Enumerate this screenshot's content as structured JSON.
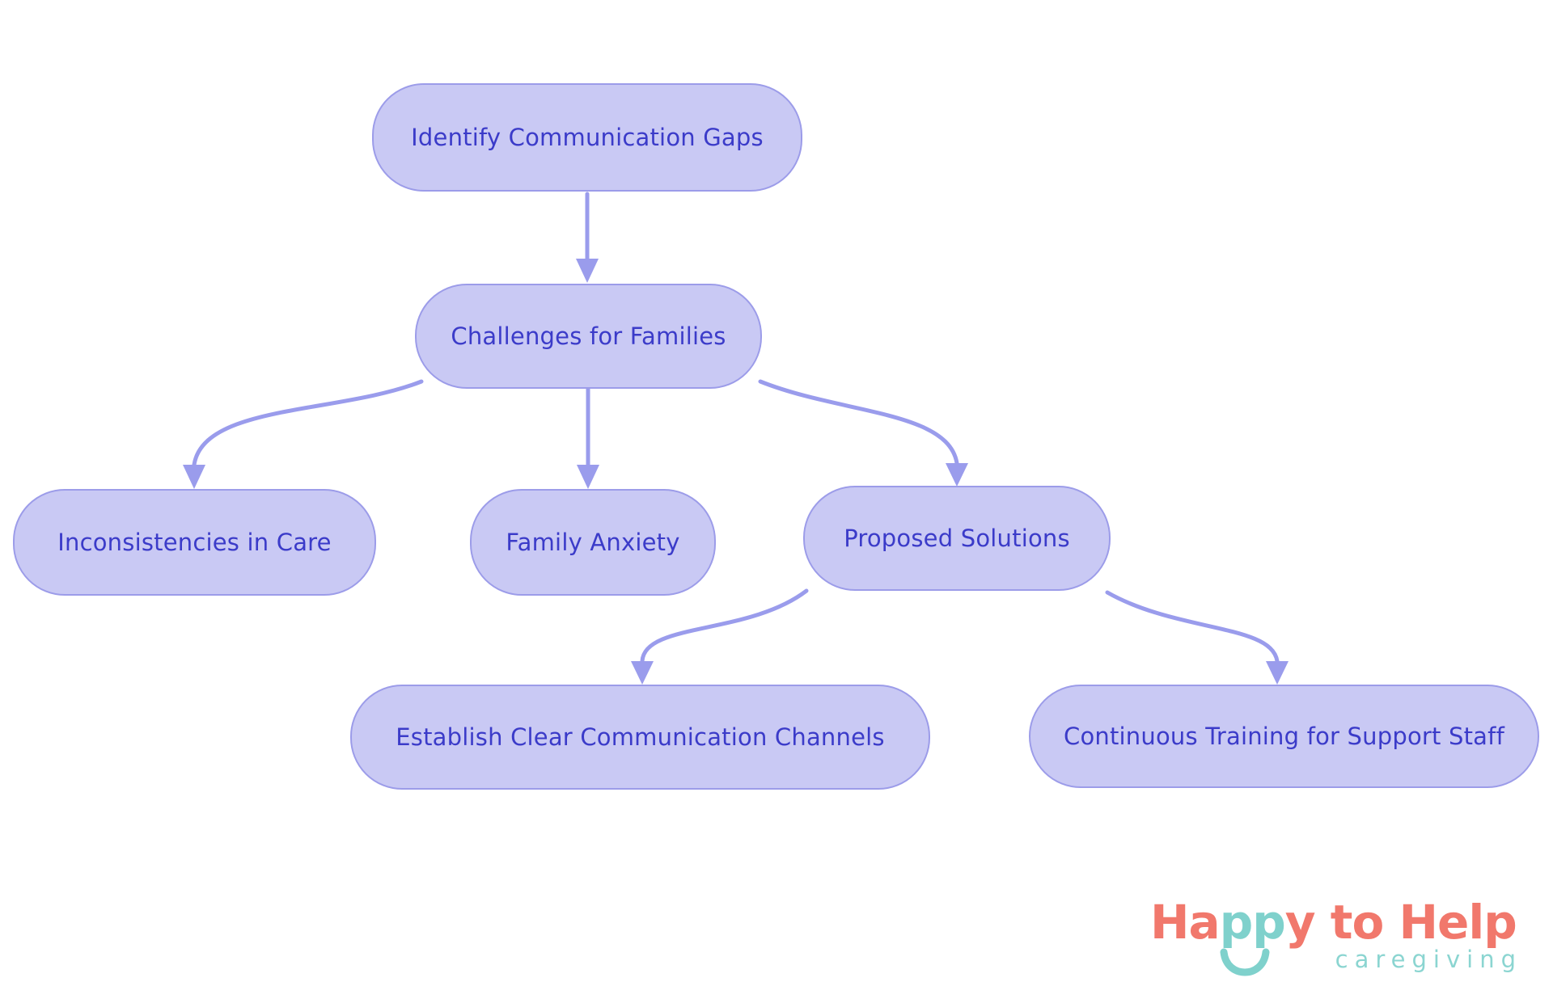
{
  "diagram": {
    "type": "flowchart",
    "nodes": [
      {
        "id": "identify-communication-gaps",
        "label": "Identify Communication Gaps"
      },
      {
        "id": "challenges-for-families",
        "label": "Challenges for Families"
      },
      {
        "id": "inconsistencies-in-care",
        "label": "Inconsistencies in Care"
      },
      {
        "id": "family-anxiety",
        "label": "Family Anxiety"
      },
      {
        "id": "proposed-solutions",
        "label": "Proposed Solutions"
      },
      {
        "id": "establish-clear-communication-channels",
        "label": "Establish Clear Communication Channels"
      },
      {
        "id": "continuous-training-for-support-staff",
        "label": "Continuous Training for Support Staff"
      }
    ],
    "edges": [
      {
        "from": "identify-communication-gaps",
        "to": "challenges-for-families"
      },
      {
        "from": "challenges-for-families",
        "to": "inconsistencies-in-care"
      },
      {
        "from": "challenges-for-families",
        "to": "family-anxiety"
      },
      {
        "from": "challenges-for-families",
        "to": "proposed-solutions"
      },
      {
        "from": "proposed-solutions",
        "to": "establish-clear-communication-channels"
      },
      {
        "from": "proposed-solutions",
        "to": "continuous-training-for-support-staff"
      }
    ],
    "colors": {
      "node_fill": "#c9c9f4",
      "node_border": "#9c9ce9",
      "node_text": "#3b3bc9",
      "arrow": "#9a9cec",
      "background": "#ffffff"
    }
  },
  "logo": {
    "word_ha": "Ha",
    "word_pp": "pp",
    "word_y": "y",
    "word_to": " to ",
    "word_help": "Help",
    "tagline": "caregiving",
    "colors": {
      "coral": "#f1786c",
      "teal": "#7fd1cc",
      "tagline_teal": "#8bd5d1"
    }
  }
}
